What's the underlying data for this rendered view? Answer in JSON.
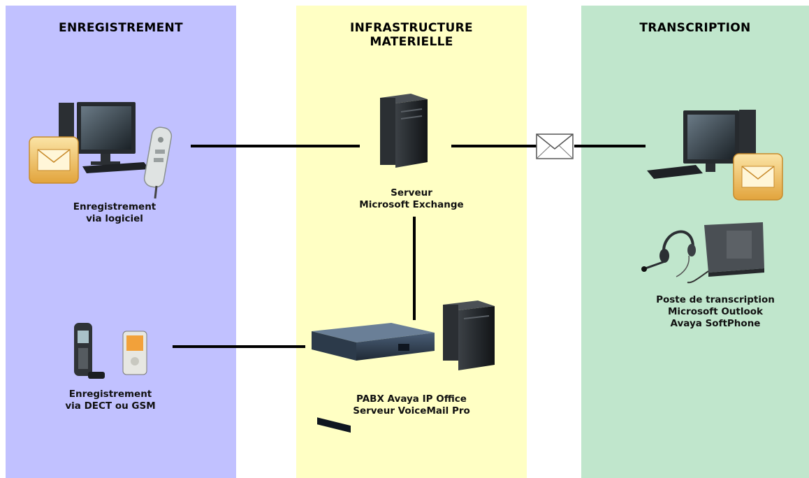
{
  "columns": {
    "left": {
      "title": "ENREGISTREMENT",
      "color": "#c1c1ff"
    },
    "middle": {
      "title_line1": "INFRASTRUCTURE",
      "title_line2": "MATERIELLE",
      "color": "#ffffc4"
    },
    "right": {
      "title": "TRANSCRIPTION",
      "color": "#c0e6cc"
    }
  },
  "nodes": {
    "software_recording": {
      "line1": "Enregistrement",
      "line2": "via logiciel",
      "icons": [
        "desktop-computer-icon",
        "mail-envelope-icon",
        "dictaphone-icon"
      ]
    },
    "phone_recording": {
      "line1": "Enregistrement",
      "line2": "via DECT ou GSM",
      "icons": [
        "dect-phone-icon",
        "gsm-phone-icon"
      ]
    },
    "exchange_server": {
      "line1": "Serveur",
      "line2": "Microsoft Exchange",
      "icons": [
        "server-tower-icon"
      ]
    },
    "pabx": {
      "line1": "PABX Avaya IP Office",
      "line2": "Serveur VoiceMail Pro",
      "icons": [
        "pabx-unit-icon",
        "server-tower-icon"
      ]
    },
    "transcription_station": {
      "line1": "Poste de transcription",
      "line2": "Microsoft Outlook",
      "line3": "Avaya SoftPhone",
      "icons": [
        "desktop-computer-icon",
        "mail-envelope-icon",
        "headset-icon",
        "foot-pedal-icon"
      ]
    }
  },
  "connectors": {
    "middle_icon": "mail-envelope-icon"
  }
}
